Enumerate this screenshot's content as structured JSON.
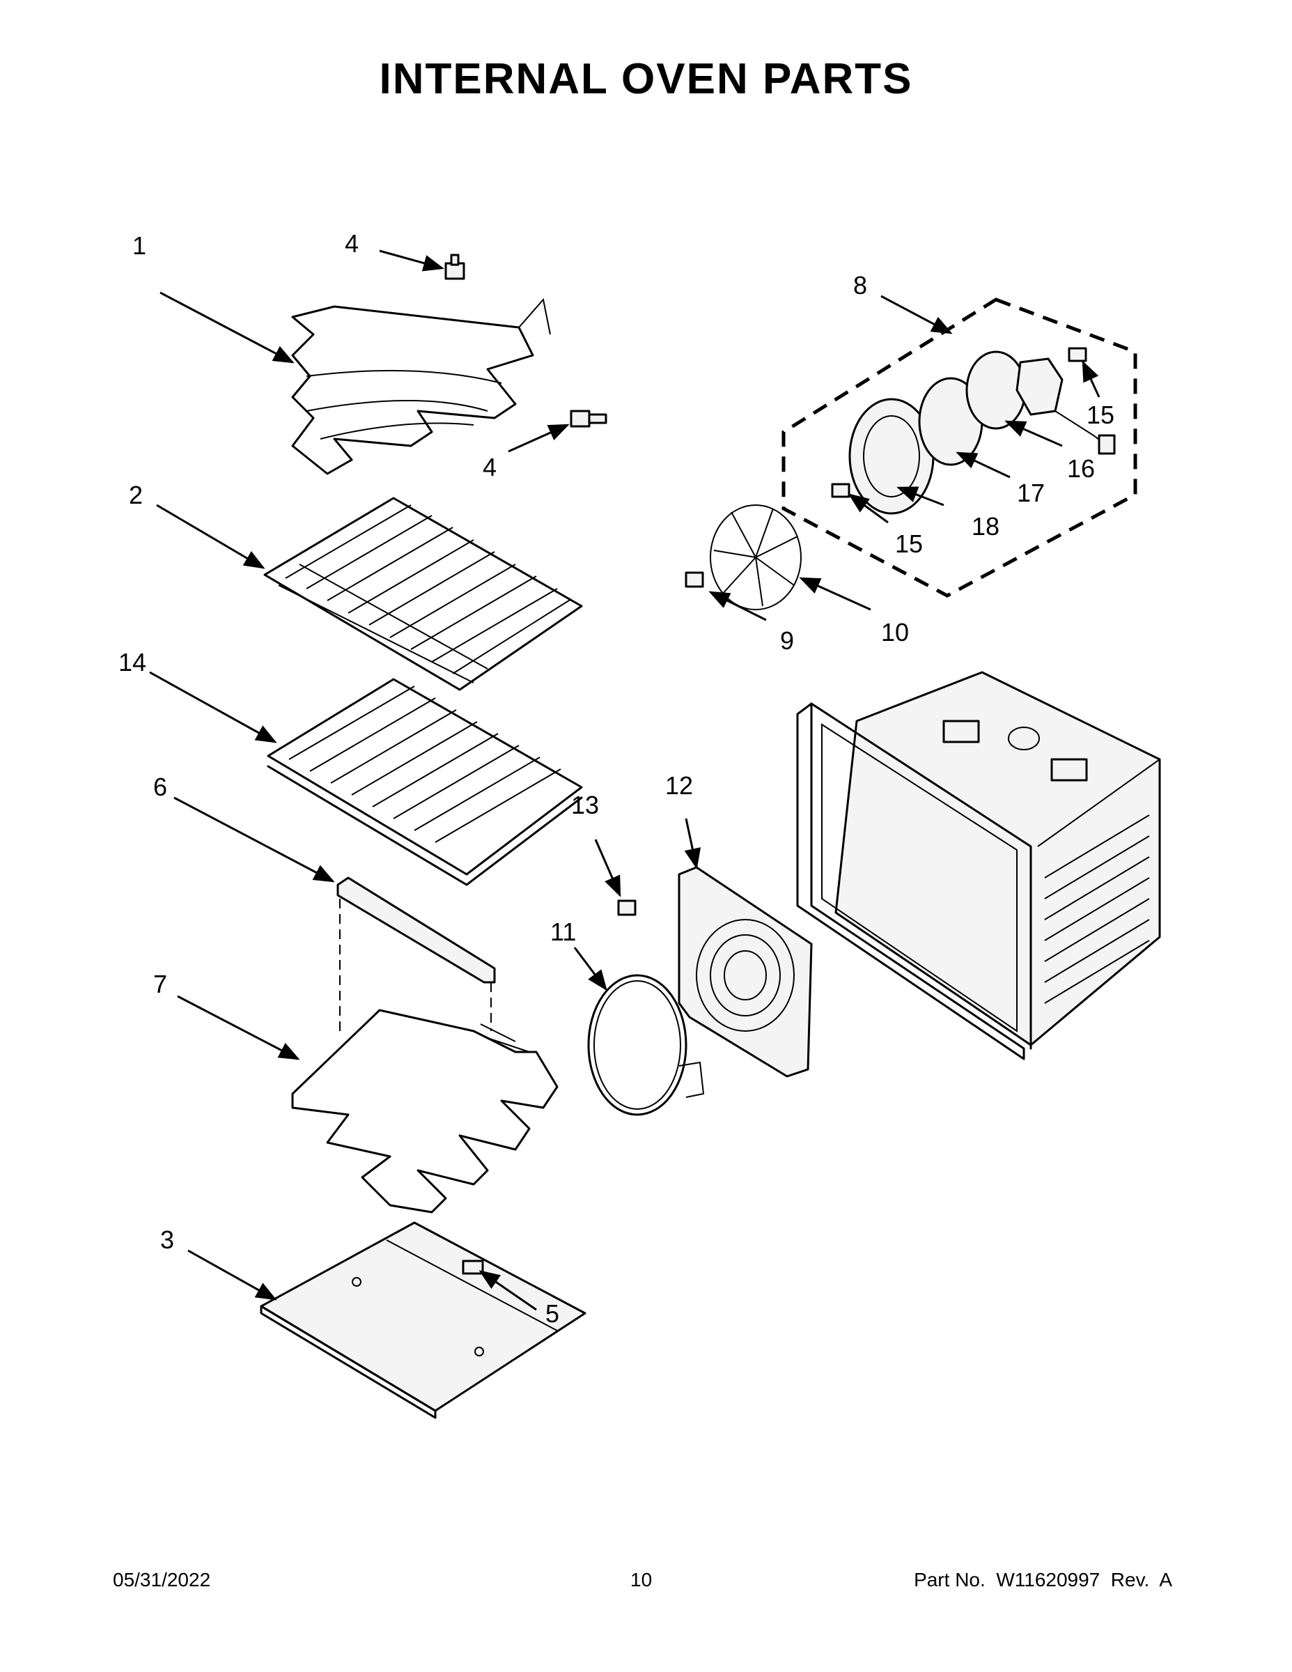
{
  "title": "INTERNAL OVEN PARTS",
  "callouts": [
    {
      "label": "1"
    },
    {
      "label": "4"
    },
    {
      "label": "4"
    },
    {
      "label": "2"
    },
    {
      "label": "14"
    },
    {
      "label": "6"
    },
    {
      "label": "7"
    },
    {
      "label": "3"
    },
    {
      "label": "5"
    },
    {
      "label": "8"
    },
    {
      "label": "15"
    },
    {
      "label": "16"
    },
    {
      "label": "17"
    },
    {
      "label": "18"
    },
    {
      "label": "15"
    },
    {
      "label": "9"
    },
    {
      "label": "10"
    },
    {
      "label": "13"
    },
    {
      "label": "12"
    },
    {
      "label": "11"
    }
  ],
  "footer": {
    "date": "05/31/2022",
    "page": "10",
    "part_no": "Part No.  W11620997  Rev.  A"
  }
}
